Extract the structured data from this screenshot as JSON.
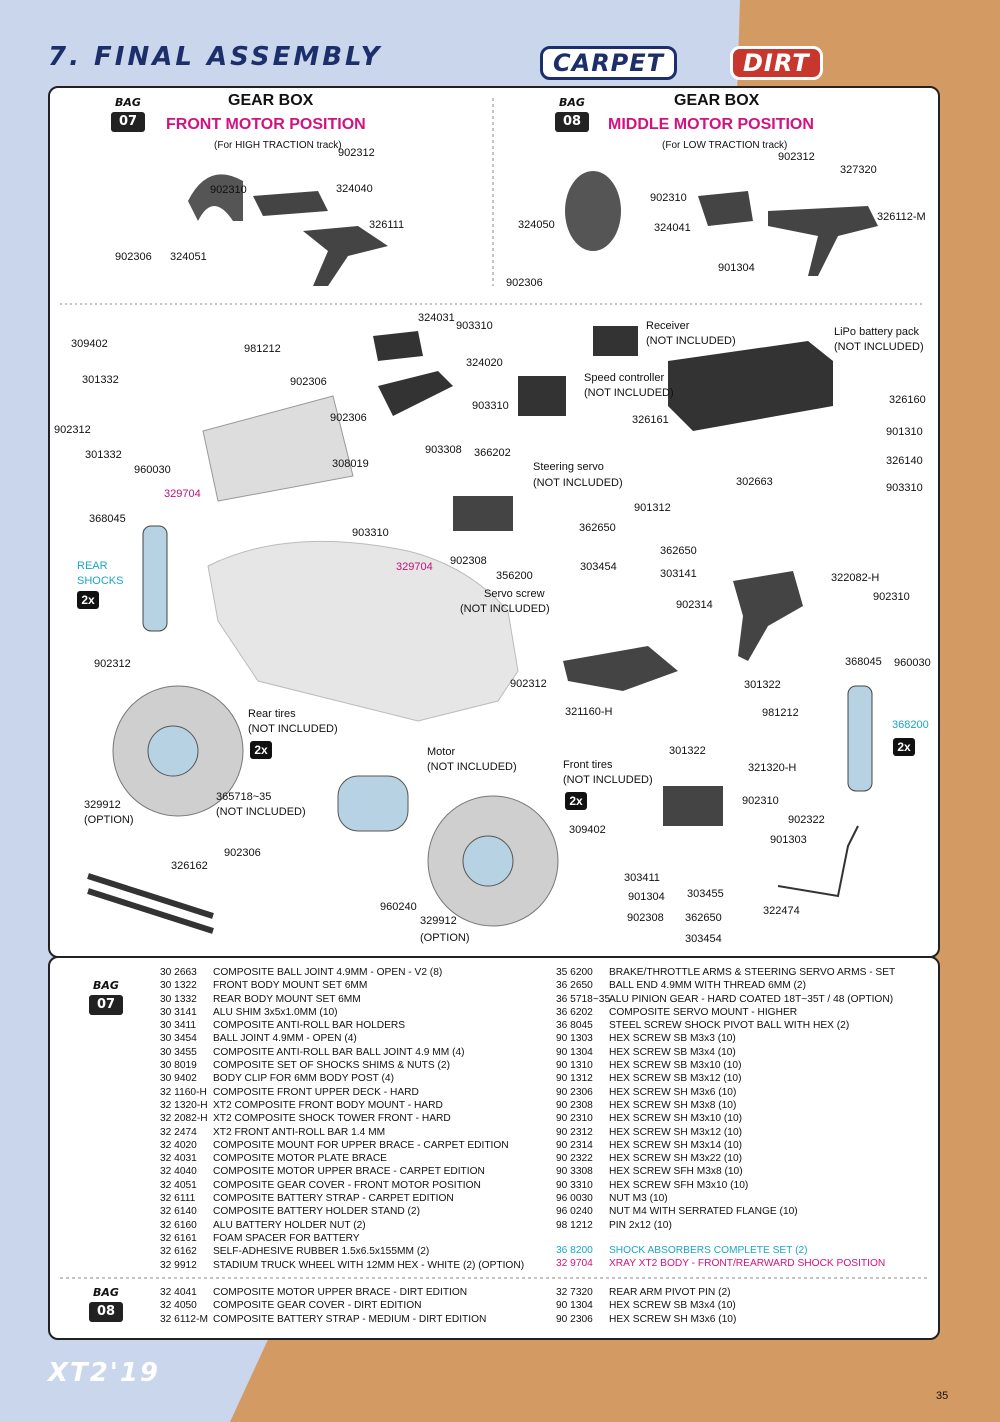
{
  "title": "7. FINAL ASSEMBLY",
  "tags": {
    "carpet": "CARPET",
    "dirt": "DIRT"
  },
  "bag_word": "BAG",
  "gearbox_front": {
    "bag": "07",
    "title": "GEAR BOX",
    "subtitle": "FRONT MOTOR POSITION",
    "note": "(For HIGH TRACTION track)"
  },
  "gearbox_middle": {
    "bag": "08",
    "title": "GEAR BOX",
    "subtitle": "MIDDLE MOTOR POSITION",
    "note": "(For LOW TRACTION track)"
  },
  "labels": {
    "f902312": "902312",
    "f902310": "902310",
    "f324040": "324040",
    "f326111": "326111",
    "f902306": "902306",
    "f324051": "324051",
    "m902312": "902312",
    "m327320": "327320",
    "m902310": "902310",
    "m324050": "324050",
    "m324041": "324041",
    "m326112": "326112-M",
    "m901304": "901304",
    "m902306": "902306",
    "a309402": "309402",
    "a981212": "981212",
    "a324031": "324031",
    "a903310a": "903310",
    "a324020": "324020",
    "a301332a": "301332",
    "a902306a": "902306",
    "a902312a": "902312",
    "a301332b": "301332",
    "a902306b": "902306",
    "a903310b": "903310",
    "a903308": "903308",
    "a366202": "366202",
    "a308019": "308019",
    "a960030a": "960030",
    "a329704a": "329704",
    "a368045a": "368045",
    "a903310c": "903310",
    "receiver": "Receiver",
    "receiver_ni": "(NOT INCLUDED)",
    "lipo": "LiPo battery pack",
    "lipo_ni": "(NOT INCLUDED)",
    "speed": "Speed controller",
    "speed_ni": "(NOT INCLUDED)",
    "a326161": "326161",
    "a326160": "326160",
    "a901310": "901310",
    "a326140": "326140",
    "a903310d": "903310",
    "steering": "Steering servo",
    "steering_ni": "(NOT INCLUDED)",
    "a901312": "901312",
    "a302663": "302663",
    "a362650a": "362650",
    "a362650b": "362650",
    "a902308a": "902308",
    "a356200": "356200",
    "a303454a": "303454",
    "a303141": "303141",
    "servo_screw": "Servo screw",
    "servo_screw_ni": "(NOT INCLUDED)",
    "a329704b": "329704",
    "rear_shocks": "REAR",
    "rear_shocks2": "SHOCKS",
    "a902312b": "902312",
    "a902314": "902314",
    "a322082": "322082-H",
    "a902310a": "902310",
    "a902312c": "902312",
    "a368045b": "368045",
    "a960030b": "960030",
    "a321160": "321160-H",
    "a301322a": "301322",
    "a981212b": "981212",
    "a368200": "368200",
    "a301322b": "301322",
    "a321320": "321320-H",
    "rear_tires": "Rear tires",
    "rear_tires_ni": "(NOT INCLUDED)",
    "motor": "Motor",
    "motor_ni": "(NOT INCLUDED)",
    "front_tires": "Front tires",
    "front_tires_ni": "(NOT INCLUDED)",
    "a329912a": "329912",
    "a329912a_opt": "(OPTION)",
    "a365718": "365718~35",
    "a365718_ni": "(NOT INCLUDED)",
    "a902306c": "902306",
    "a326162": "326162",
    "a960240": "960240",
    "a329912b": "329912",
    "a329912b_opt": "(OPTION)",
    "a902310b": "902310",
    "a902322": "902322",
    "a309402b": "309402",
    "a901303": "901303",
    "a303411": "303411",
    "a901304": "901304",
    "a303455": "303455",
    "a902308b": "902308",
    "a362650c": "362650",
    "a303454b": "303454",
    "a322474": "322474",
    "x2": "2x"
  },
  "parts_bag07_left": [
    [
      "30 2663",
      "COMPOSITE BALL JOINT 4.9MM - OPEN - V2 (8)"
    ],
    [
      "30 1322",
      "FRONT BODY MOUNT SET 6MM"
    ],
    [
      "30 1332",
      "REAR BODY MOUNT SET 6MM"
    ],
    [
      "30 3141",
      "ALU SHIM 3x5x1.0MM (10)"
    ],
    [
      "30 3411",
      "COMPOSITE ANTI-ROLL BAR HOLDERS"
    ],
    [
      "30 3454",
      "BALL JOINT 4.9MM - OPEN (4)"
    ],
    [
      "30 3455",
      "COMPOSITE ANTI-ROLL BAR BALL JOINT 4.9 MM (4)"
    ],
    [
      "30 8019",
      "COMPOSITE SET OF SHOCKS SHIMS & NUTS (2)"
    ],
    [
      "30 9402",
      "BODY CLIP FOR 6MM BODY POST (4)"
    ],
    [
      "32 1160-H",
      "COMPOSITE FRONT UPPER DECK - HARD"
    ],
    [
      "32 1320-H",
      "XT2 COMPOSITE FRONT BODY MOUNT - HARD"
    ],
    [
      "32 2082-H",
      "XT2 COMPOSITE SHOCK TOWER FRONT - HARD"
    ],
    [
      "32 2474",
      "XT2 FRONT ANTI-ROLL BAR 1.4 MM"
    ],
    [
      "32 4020",
      "COMPOSITE MOUNT FOR UPPER BRACE - CARPET EDITION"
    ],
    [
      "32 4031",
      "COMPOSITE MOTOR PLATE BRACE"
    ],
    [
      "32 4040",
      "COMPOSITE MOTOR UPPER BRACE - CARPET EDITION"
    ],
    [
      "32 4051",
      "COMPOSITE GEAR COVER - FRONT MOTOR POSITION"
    ],
    [
      "32 6111",
      "COMPOSITE BATTERY STRAP - CARPET EDITION"
    ],
    [
      "32 6140",
      "COMPOSITE BATTERY HOLDER STAND (2)"
    ],
    [
      "32 6160",
      "ALU BATTERY HOLDER NUT (2)"
    ],
    [
      "32 6161",
      "FOAM SPACER FOR BATTERY"
    ],
    [
      "32 6162",
      "SELF-ADHESIVE RUBBER 1.5x6.5x155MM (2)"
    ],
    [
      "32 9912",
      "STADIUM TRUCK WHEEL WITH 12MM HEX - WHITE (2) (OPTION)"
    ]
  ],
  "parts_bag07_right": [
    [
      "35 6200",
      "BRAKE/THROTTLE ARMS & STEERING SERVO ARMS - SET"
    ],
    [
      "36 2650",
      "BALL END 4.9MM WITH THREAD 6MM (2)"
    ],
    [
      "36 5718~35",
      "ALU PINION GEAR - HARD COATED 18T~35T / 48 (OPTION)"
    ],
    [
      "36 6202",
      "COMPOSITE SERVO MOUNT - HIGHER"
    ],
    [
      "36 8045",
      "STEEL SCREW SHOCK PIVOT BALL WITH HEX (2)"
    ],
    [
      "90 1303",
      "HEX SCREW SB M3x3 (10)"
    ],
    [
      "90 1304",
      "HEX SCREW SB M3x4 (10)"
    ],
    [
      "90 1310",
      "HEX SCREW SB M3x10 (10)"
    ],
    [
      "90 1312",
      "HEX SCREW SB M3x12 (10)"
    ],
    [
      "90 2306",
      "HEX SCREW SH M3x6 (10)"
    ],
    [
      "90 2308",
      "HEX SCREW SH M3x8 (10)"
    ],
    [
      "90 2310",
      "HEX SCREW SH M3x10 (10)"
    ],
    [
      "90 2312",
      "HEX SCREW SH M3x12 (10)"
    ],
    [
      "90 2314",
      "HEX SCREW SH M3x14 (10)"
    ],
    [
      "90 2322",
      "HEX SCREW SH M3x22 (10)"
    ],
    [
      "90 3308",
      "HEX SCREW SFH M3x8 (10)"
    ],
    [
      "90 3310",
      "HEX SCREW SFH M3x10 (10)"
    ],
    [
      "96 0030",
      "NUT M3 (10)"
    ],
    [
      "96 0240",
      "NUT M4 WITH SERRATED FLANGE (10)"
    ],
    [
      "98 1212",
      "PIN 2x12 (10)"
    ]
  ],
  "parts_bag07_extra": [
    [
      "36 8200",
      "SHOCK ABSORBERS COMPLETE SET (2)"
    ],
    [
      "32 9704",
      "XRAY XT2 BODY - FRONT/REARWARD SHOCK POSITION"
    ]
  ],
  "parts_bag08_left": [
    [
      "32 4041",
      "COMPOSITE MOTOR UPPER BRACE - DIRT EDITION"
    ],
    [
      "32 4050",
      "COMPOSITE GEAR COVER - DIRT EDITION"
    ],
    [
      "32 6112-M",
      "COMPOSITE BATTERY STRAP - MEDIUM - DIRT EDITION"
    ]
  ],
  "parts_bag08_right": [
    [
      "32 7320",
      "REAR ARM PIVOT PIN (2)"
    ],
    [
      "90 1304",
      "HEX SCREW SB M3x4 (10)"
    ],
    [
      "90 2306",
      "HEX SCREW SH M3x6 (10)"
    ]
  ],
  "footer_logo": "XT2'19",
  "page_number": "35",
  "colors": {
    "bg_left": "#c9d6ec",
    "bg_right": "#d49a63",
    "accent_pink": "#d4127f",
    "accent_cyan": "#1aa6c7",
    "navy": "#1c2f6b"
  }
}
